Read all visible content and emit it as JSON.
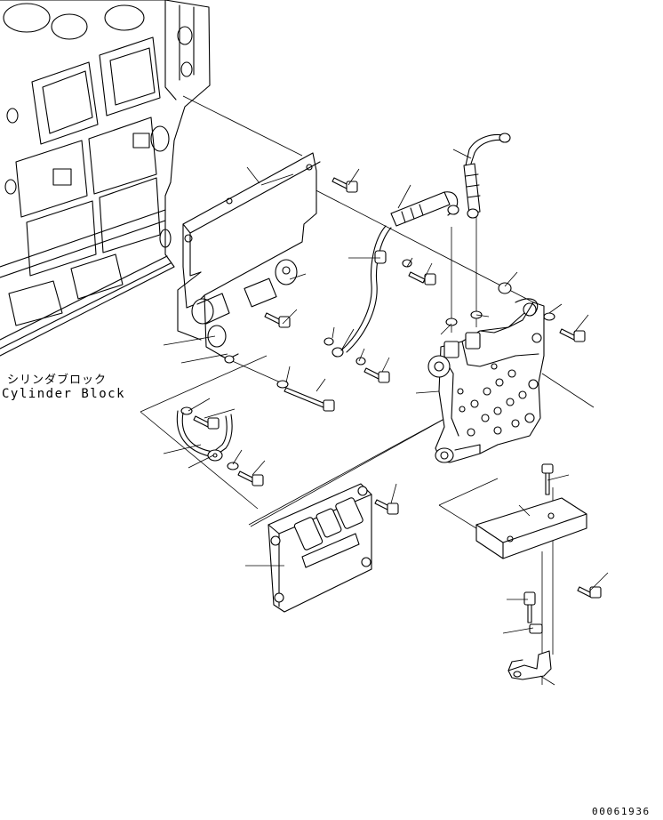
{
  "labels": {
    "cylinder_block_jp": "シリンダブロック",
    "cylinder_block_en": "Cylinder Block",
    "drawing_number": "00061936"
  },
  "colors": {
    "line": "#000000",
    "background": "#ffffff"
  }
}
